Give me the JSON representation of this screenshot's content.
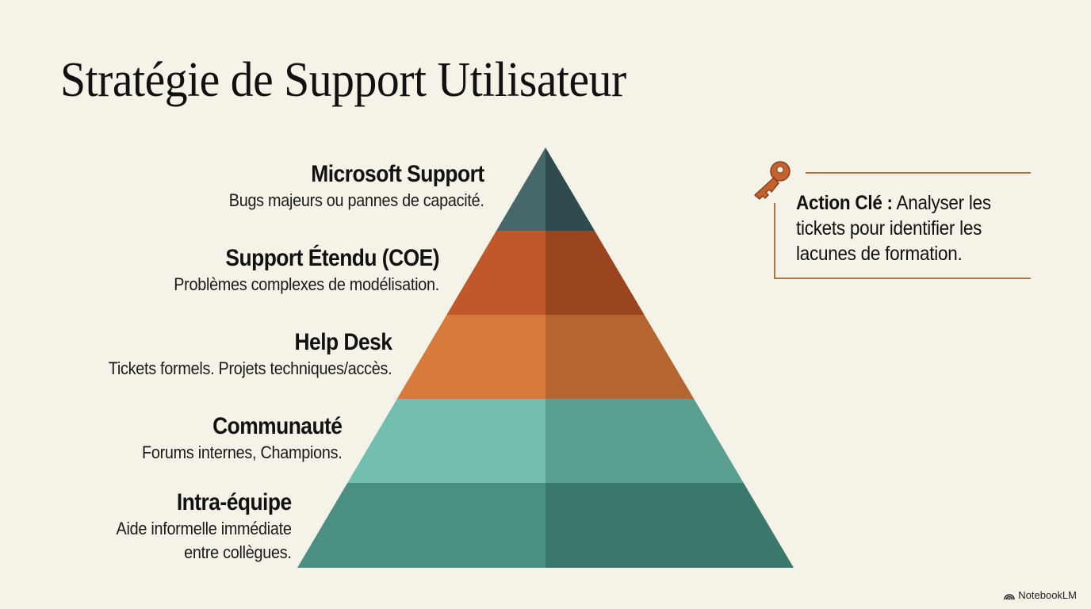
{
  "title": "Stratégie de Support Utilisateur",
  "pyramid": {
    "levels": [
      {
        "name": "Microsoft Support",
        "desc": "Bugs majeurs ou pannes de capacité.",
        "color_light": "#47686a",
        "color_dark": "#2f4b4d"
      },
      {
        "name": "Support Étendu (COE)",
        "desc": "Problèmes complexes de modélisation.",
        "color_light": "#c0582a",
        "color_dark": "#9a4420"
      },
      {
        "name": "Help Desk",
        "desc": "Tickets formels. Projets techniques/accès.",
        "color_light": "#d87a3c",
        "color_dark": "#b5652f"
      },
      {
        "name": "Communauté",
        "desc": "Forums internes, Champions.",
        "color_light": "#72bfb0",
        "color_dark": "#5a9e90"
      },
      {
        "name": "Intra-équipe",
        "desc_lines": [
          "Aide informelle immédiate",
          "entre collègues."
        ],
        "color_light": "#4b8f82",
        "color_dark": "#3a786b"
      }
    ]
  },
  "callout": {
    "icon": "key-icon",
    "bold": "Action Clé :",
    "text": " Analyser les tickets pour identifier les lacunes de formation.",
    "accent": "#b87240"
  },
  "brand": "NotebookLM"
}
